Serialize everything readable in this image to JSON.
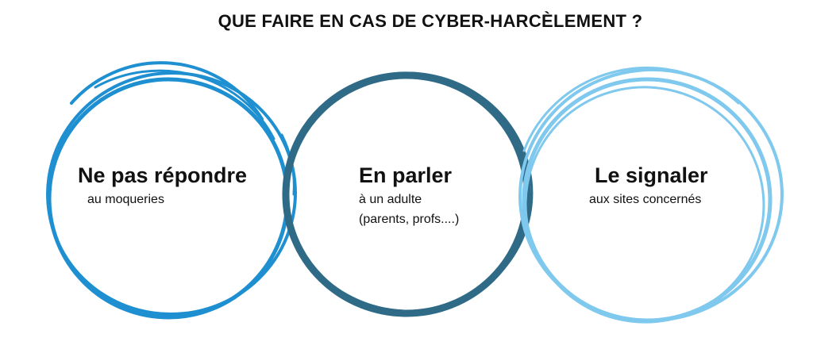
{
  "title": "QUE FAIRE EN CAS DE CYBER-HARCÈLEMENT ?",
  "colors": {
    "ring1": "#1e8fd0",
    "ring2": "#2f6a86",
    "ring3": "#7fc8ee",
    "text": "#111111"
  },
  "steps": [
    {
      "heading": "Ne pas répondre",
      "lines": [
        "au moqueries"
      ]
    },
    {
      "heading": "En parler",
      "lines": [
        "à un adulte",
        "(parents, profs....)"
      ]
    },
    {
      "heading": "Le signaler",
      "lines": [
        "aux sites concernés"
      ]
    }
  ]
}
